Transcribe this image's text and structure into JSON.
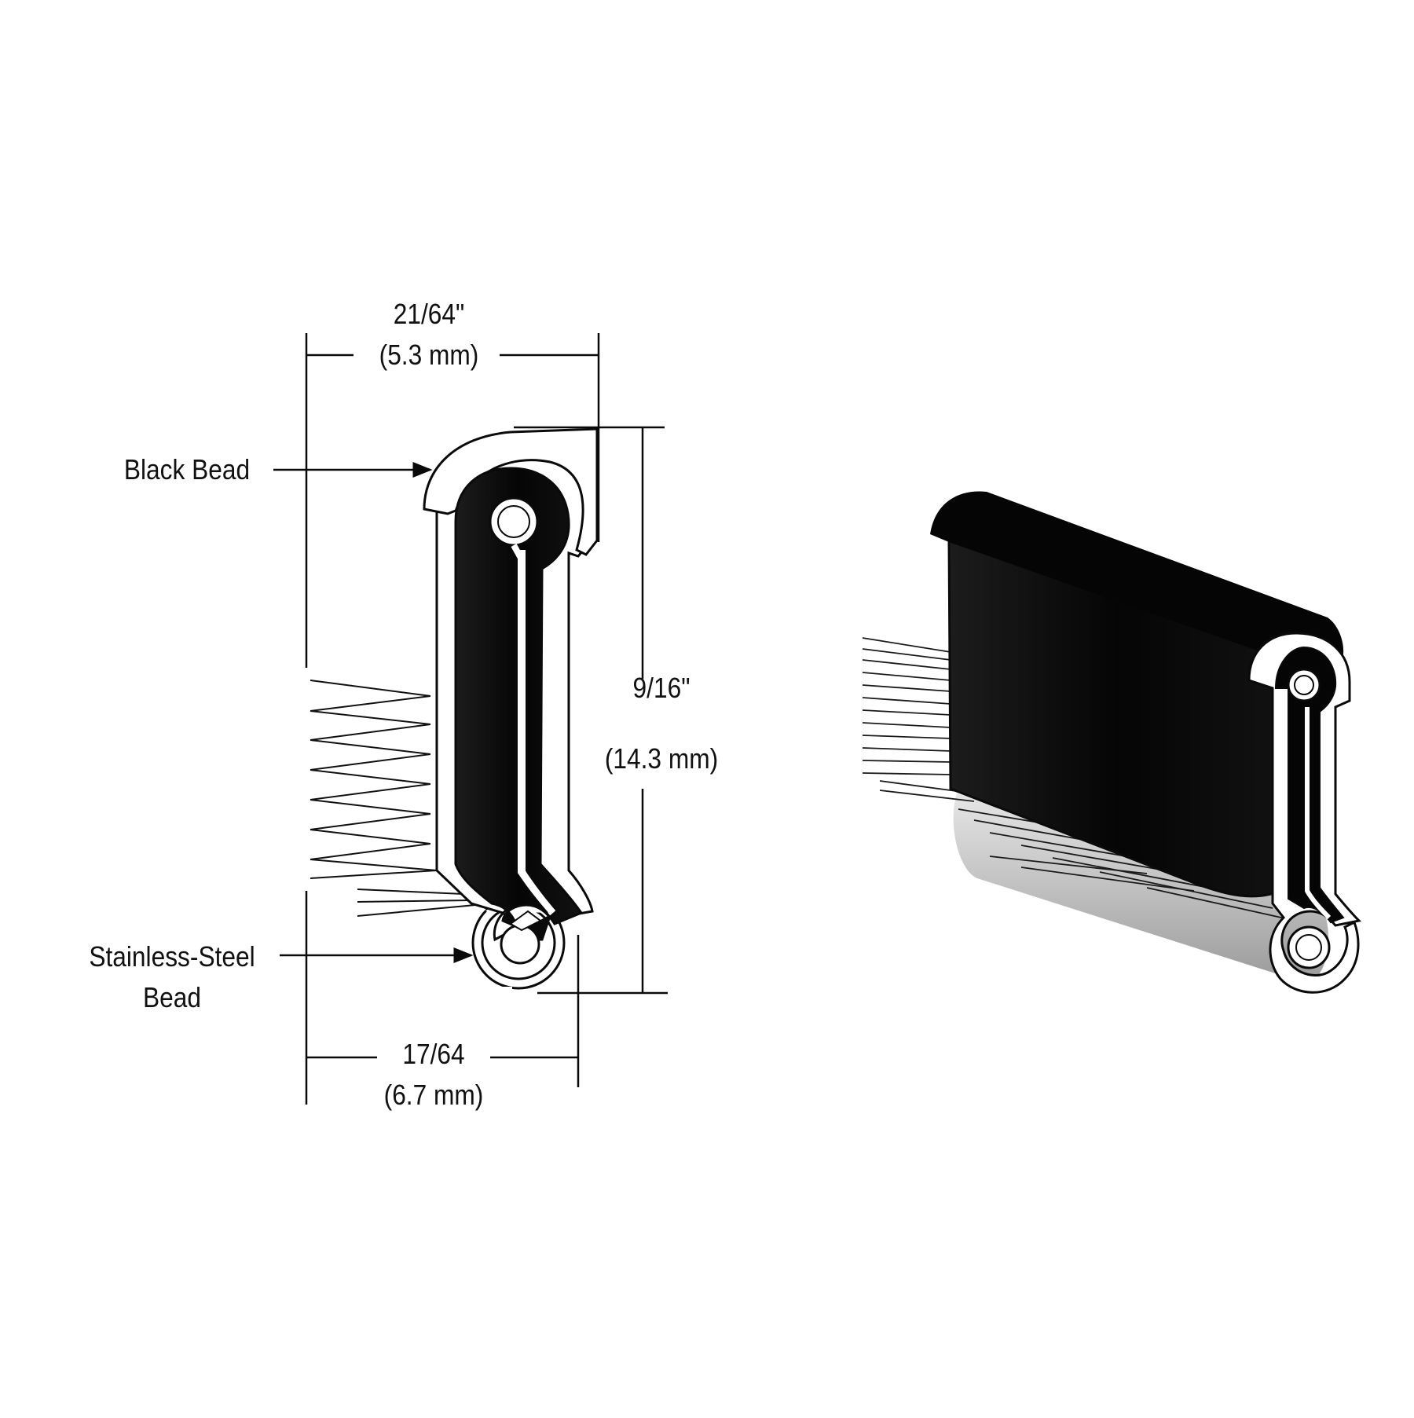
{
  "colors": {
    "ink": "#0a0a0a",
    "paper": "#ffffff",
    "steel": "#c8c8c8"
  },
  "dimensions": {
    "top_width": {
      "imperial": "21/64\"",
      "metric": "(5.3 mm)"
    },
    "height": {
      "imperial": "9/16\"",
      "metric": "(14.3 mm)"
    },
    "bottom_width": {
      "imperial": "17/64",
      "metric": "(6.7 mm)"
    }
  },
  "callouts": {
    "black_bead": "Black Bead",
    "steel_bead_line1": "Stainless-Steel",
    "steel_bead_line2": "Bead"
  }
}
